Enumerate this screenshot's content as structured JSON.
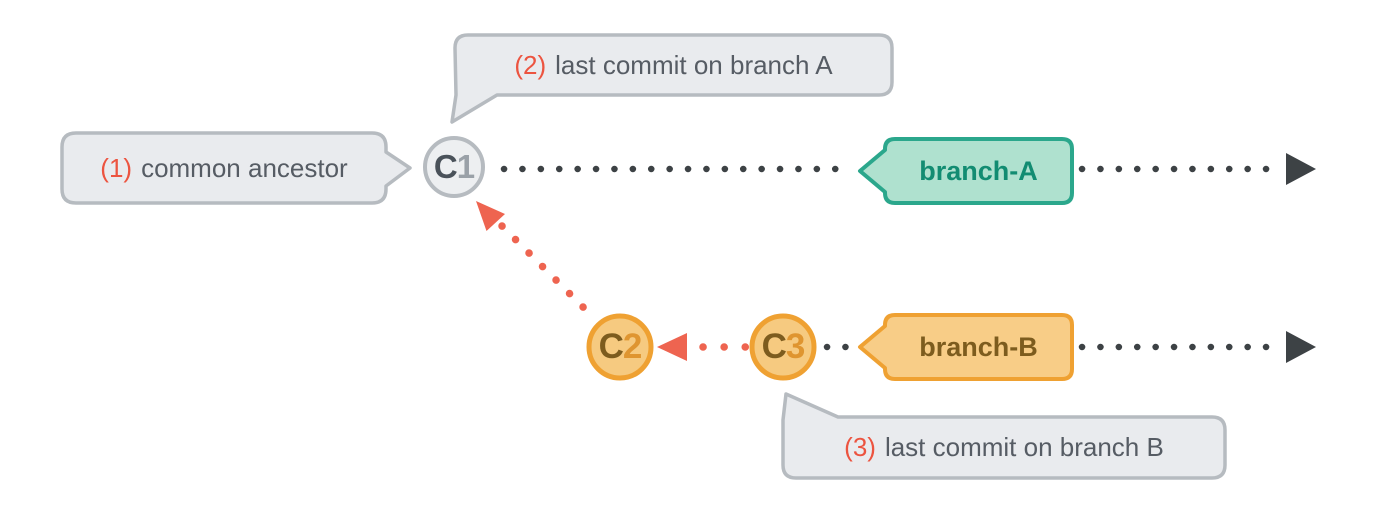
{
  "diagram": {
    "type": "git-branch-diagram",
    "callouts": [
      {
        "number": "(1)",
        "text": "common ancestor"
      },
      {
        "number": "(2)",
        "text": "last commit on branch A"
      },
      {
        "number": "(3)",
        "text": "last commit on branch B"
      }
    ],
    "commits": [
      {
        "letter": "C",
        "digit": "1"
      },
      {
        "letter": "C",
        "digit": "2"
      },
      {
        "letter": "C",
        "digit": "3"
      }
    ],
    "branches": [
      {
        "label": "branch-A"
      },
      {
        "label": "branch-B"
      }
    ],
    "colors": {
      "background": "#ffffff",
      "bubble_fill": "#e9ebee",
      "bubble_stroke": "#b6bbc0",
      "bubble_text": "#565c64",
      "accent_red": "#ec5440",
      "arrow_red": "#ee6450",
      "line_dark": "#3d4245",
      "commit_gray_fill": "#edeff1",
      "commit_gray_stroke": "#b6bbc0",
      "commit_gray_letter": "#4a525a",
      "commit_gray_digit": "#9aa1a8",
      "commit_orange_fill": "#f6ca80",
      "commit_orange_stroke": "#efa132",
      "commit_orange_letter": "#7d5c1e",
      "commit_orange_digit": "#df9530",
      "branch_a_fill": "#afe1cf",
      "branch_a_stroke": "#2ba78c",
      "branch_a_text": "#128c72",
      "branch_b_fill": "#f8cd87",
      "branch_b_stroke": "#efa132",
      "branch_b_text": "#7d5c1e"
    }
  }
}
